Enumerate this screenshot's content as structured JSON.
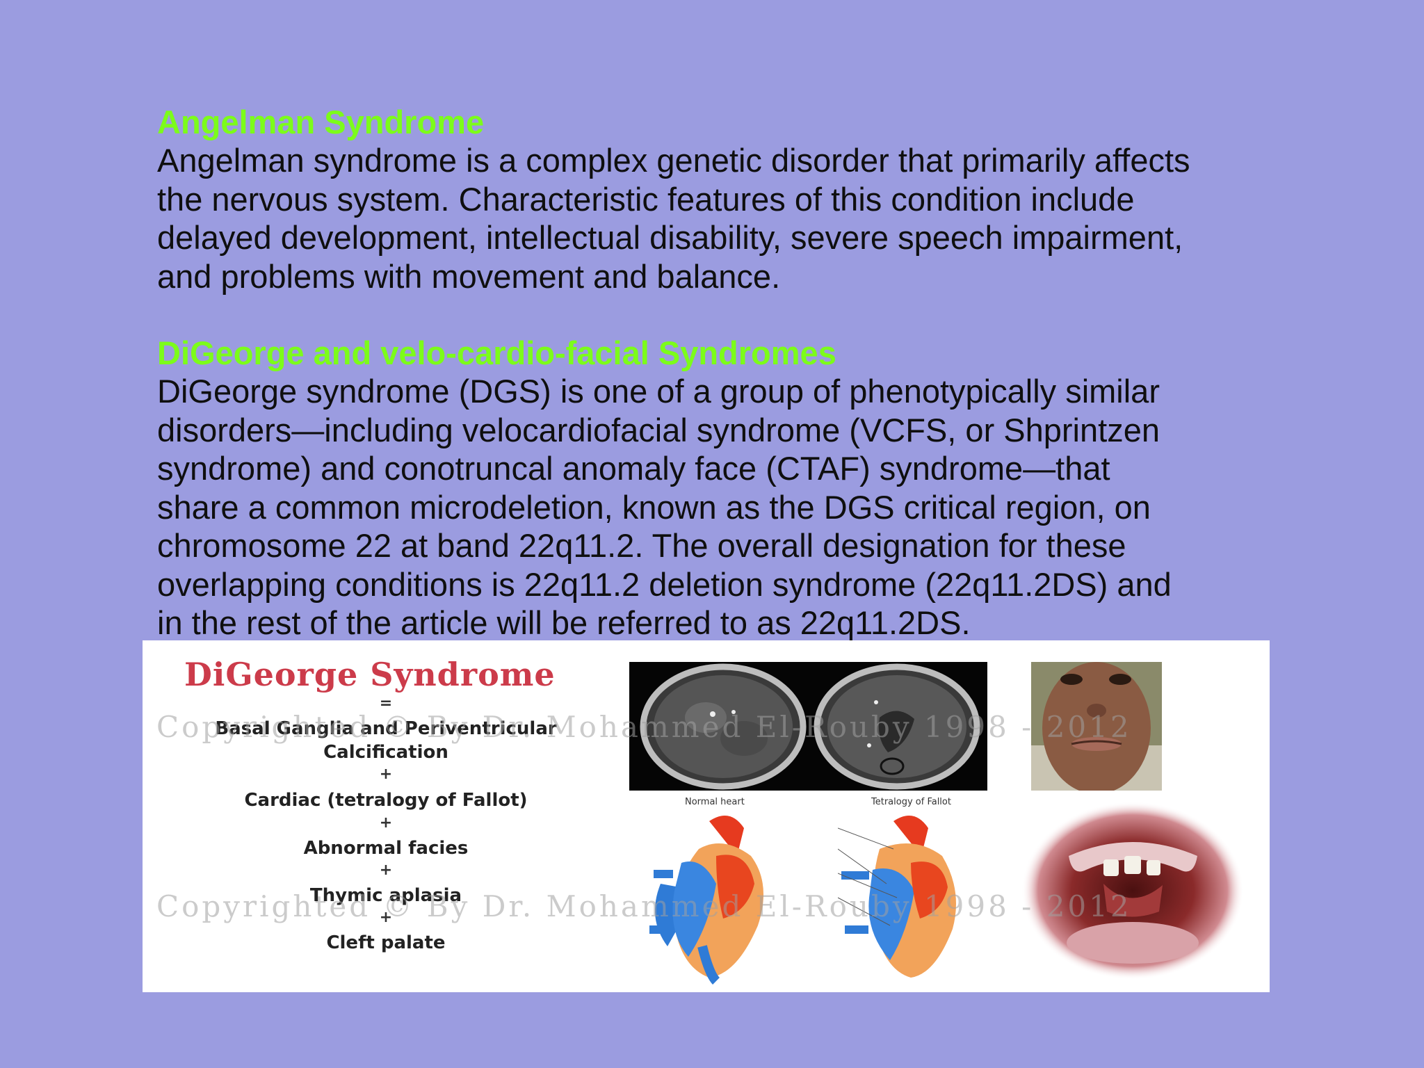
{
  "sections": [
    {
      "heading": "Angelman Syndrome",
      "lines": [
        "Angelman syndrome is a complex genetic disorder that primarily affects",
        "the nervous system. Characteristic features of this condition include",
        "delayed development, intellectual disability, severe speech impairment,",
        "and problems with movement and balance."
      ]
    },
    {
      "heading": "DiGeorge and velo-cardio-facial Syndromes",
      "lines": [
        "DiGeorge syndrome (DGS) is one of a group of phenotypically similar",
        "disorders—including velocardiofacial syndrome (VCFS, or Shprintzen",
        "syndrome) and conotruncal anomaly face (CTAF) syndrome—that",
        "share a common microdeletion, known as the DGS critical region, on",
        "chromosome 22 at band 22q11.2. The overall designation for these",
        "overlapping conditions is 22q11.2 deletion syndrome (22q11.2DS) and",
        "in the rest of the article will be referred to as 22q11.2DS."
      ]
    }
  ],
  "figure": {
    "title": "DiGeorge Syndrome",
    "equals": "=",
    "plus": "+",
    "items": [
      "Basal Ganglia and Periventricular",
      "Calcification",
      "Cardiac (tetralogy of Fallot)",
      "Abnormal facies",
      "Thymic aplasia",
      "Cleft palate"
    ],
    "heart_labels": {
      "normal": "Normal heart",
      "tetralogy": "Tetralogy of Fallot"
    },
    "watermark": "Copyrighted © By Dr. Mohammed El-Rouby 1998 - 2012"
  },
  "colors": {
    "background": "#9b9ce0",
    "heading": "#7cfc1a",
    "body_text": "#0f0f0f",
    "figure_title": "#cc3b4a"
  }
}
